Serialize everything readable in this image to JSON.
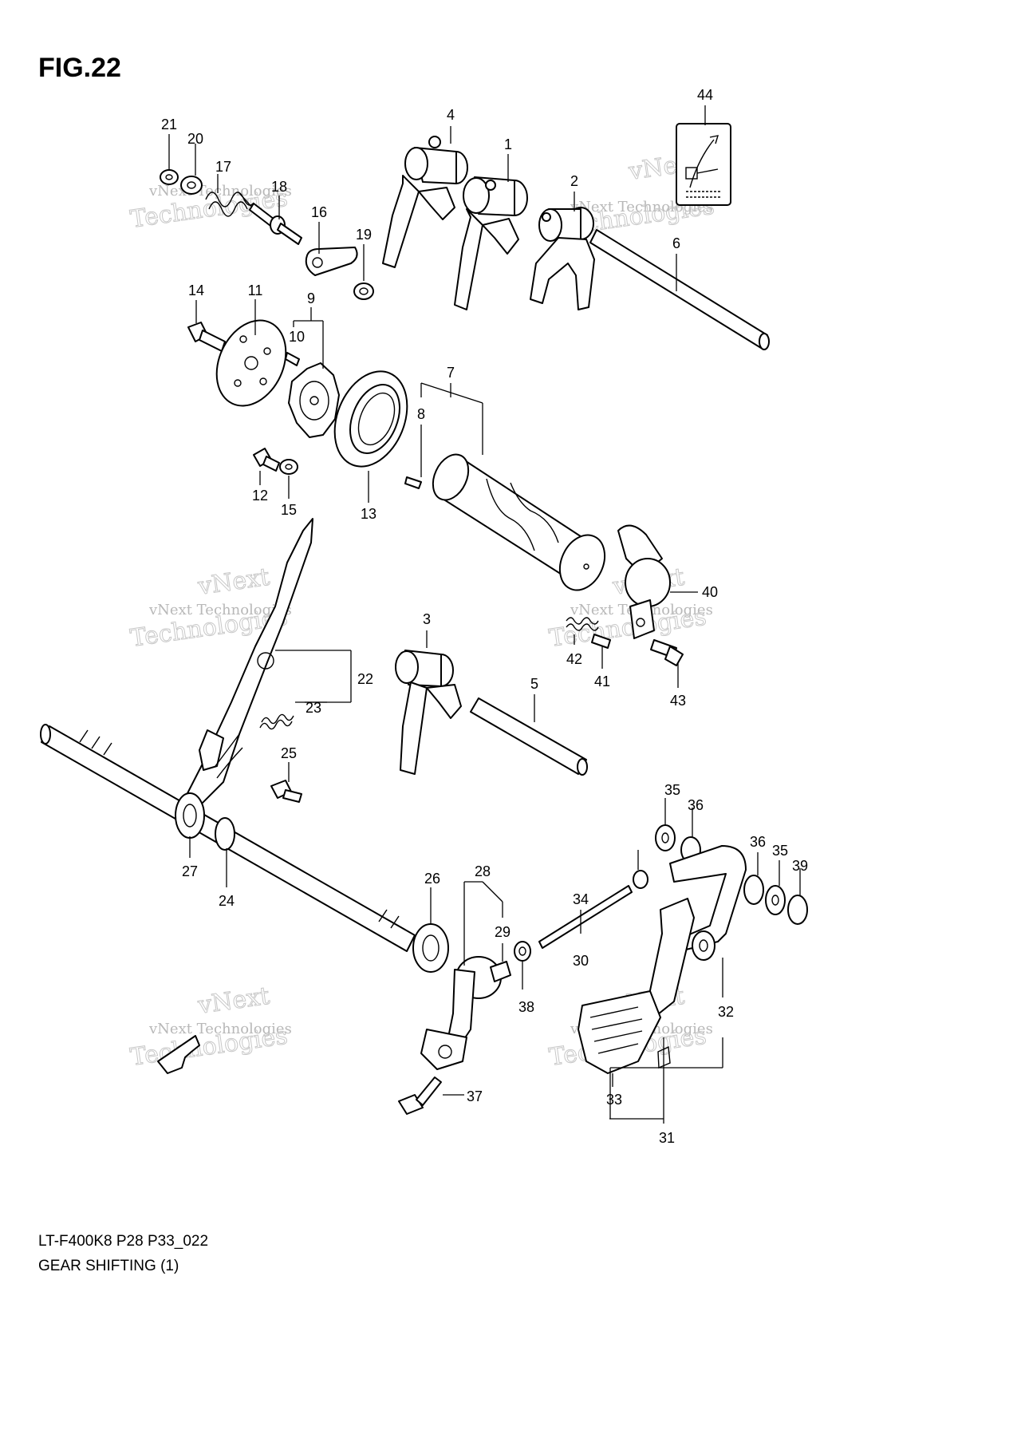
{
  "figure": {
    "title": "FIG.22",
    "model_code": "LT-F400K8 P28 P33_022",
    "section_name": "GEAR SHIFTING (1)"
  },
  "watermark": {
    "line1": "vNext Technologies",
    "line2": "Technologies",
    "line3": "vNext"
  },
  "callouts": [
    {
      "id": "c1",
      "text": "1"
    },
    {
      "id": "c2",
      "text": "2"
    },
    {
      "id": "c3",
      "text": "3"
    },
    {
      "id": "c4",
      "text": "4"
    },
    {
      "id": "c5",
      "text": "5"
    },
    {
      "id": "c6",
      "text": "6"
    },
    {
      "id": "c7",
      "text": "7"
    },
    {
      "id": "c8",
      "text": "8"
    },
    {
      "id": "c9",
      "text": "9"
    },
    {
      "id": "c10",
      "text": "10"
    },
    {
      "id": "c11",
      "text": "11"
    },
    {
      "id": "c12",
      "text": "12"
    },
    {
      "id": "c13",
      "text": "13"
    },
    {
      "id": "c14",
      "text": "14"
    },
    {
      "id": "c15",
      "text": "15"
    },
    {
      "id": "c16",
      "text": "16"
    },
    {
      "id": "c17",
      "text": "17"
    },
    {
      "id": "c18",
      "text": "18"
    },
    {
      "id": "c19",
      "text": "19"
    },
    {
      "id": "c20",
      "text": "20"
    },
    {
      "id": "c21",
      "text": "21"
    },
    {
      "id": "c22",
      "text": "22"
    },
    {
      "id": "c23",
      "text": "23"
    },
    {
      "id": "c24",
      "text": "24"
    },
    {
      "id": "c25",
      "text": "25"
    },
    {
      "id": "c26",
      "text": "26"
    },
    {
      "id": "c27",
      "text": "27"
    },
    {
      "id": "c28",
      "text": "28"
    },
    {
      "id": "c29",
      "text": "29"
    },
    {
      "id": "c30",
      "text": "30"
    },
    {
      "id": "c31",
      "text": "31"
    },
    {
      "id": "c32",
      "text": "32"
    },
    {
      "id": "c33",
      "text": "33"
    },
    {
      "id": "c34",
      "text": "34"
    },
    {
      "id": "c35a",
      "text": "35"
    },
    {
      "id": "c35b",
      "text": "35"
    },
    {
      "id": "c36a",
      "text": "36"
    },
    {
      "id": "c36b",
      "text": "36"
    },
    {
      "id": "c37",
      "text": "37"
    },
    {
      "id": "c38",
      "text": "38"
    },
    {
      "id": "c39",
      "text": "39"
    },
    {
      "id": "c40",
      "text": "40"
    },
    {
      "id": "c41",
      "text": "41"
    },
    {
      "id": "c42",
      "text": "42"
    },
    {
      "id": "c43",
      "text": "43"
    },
    {
      "id": "c44",
      "text": "44"
    }
  ]
}
